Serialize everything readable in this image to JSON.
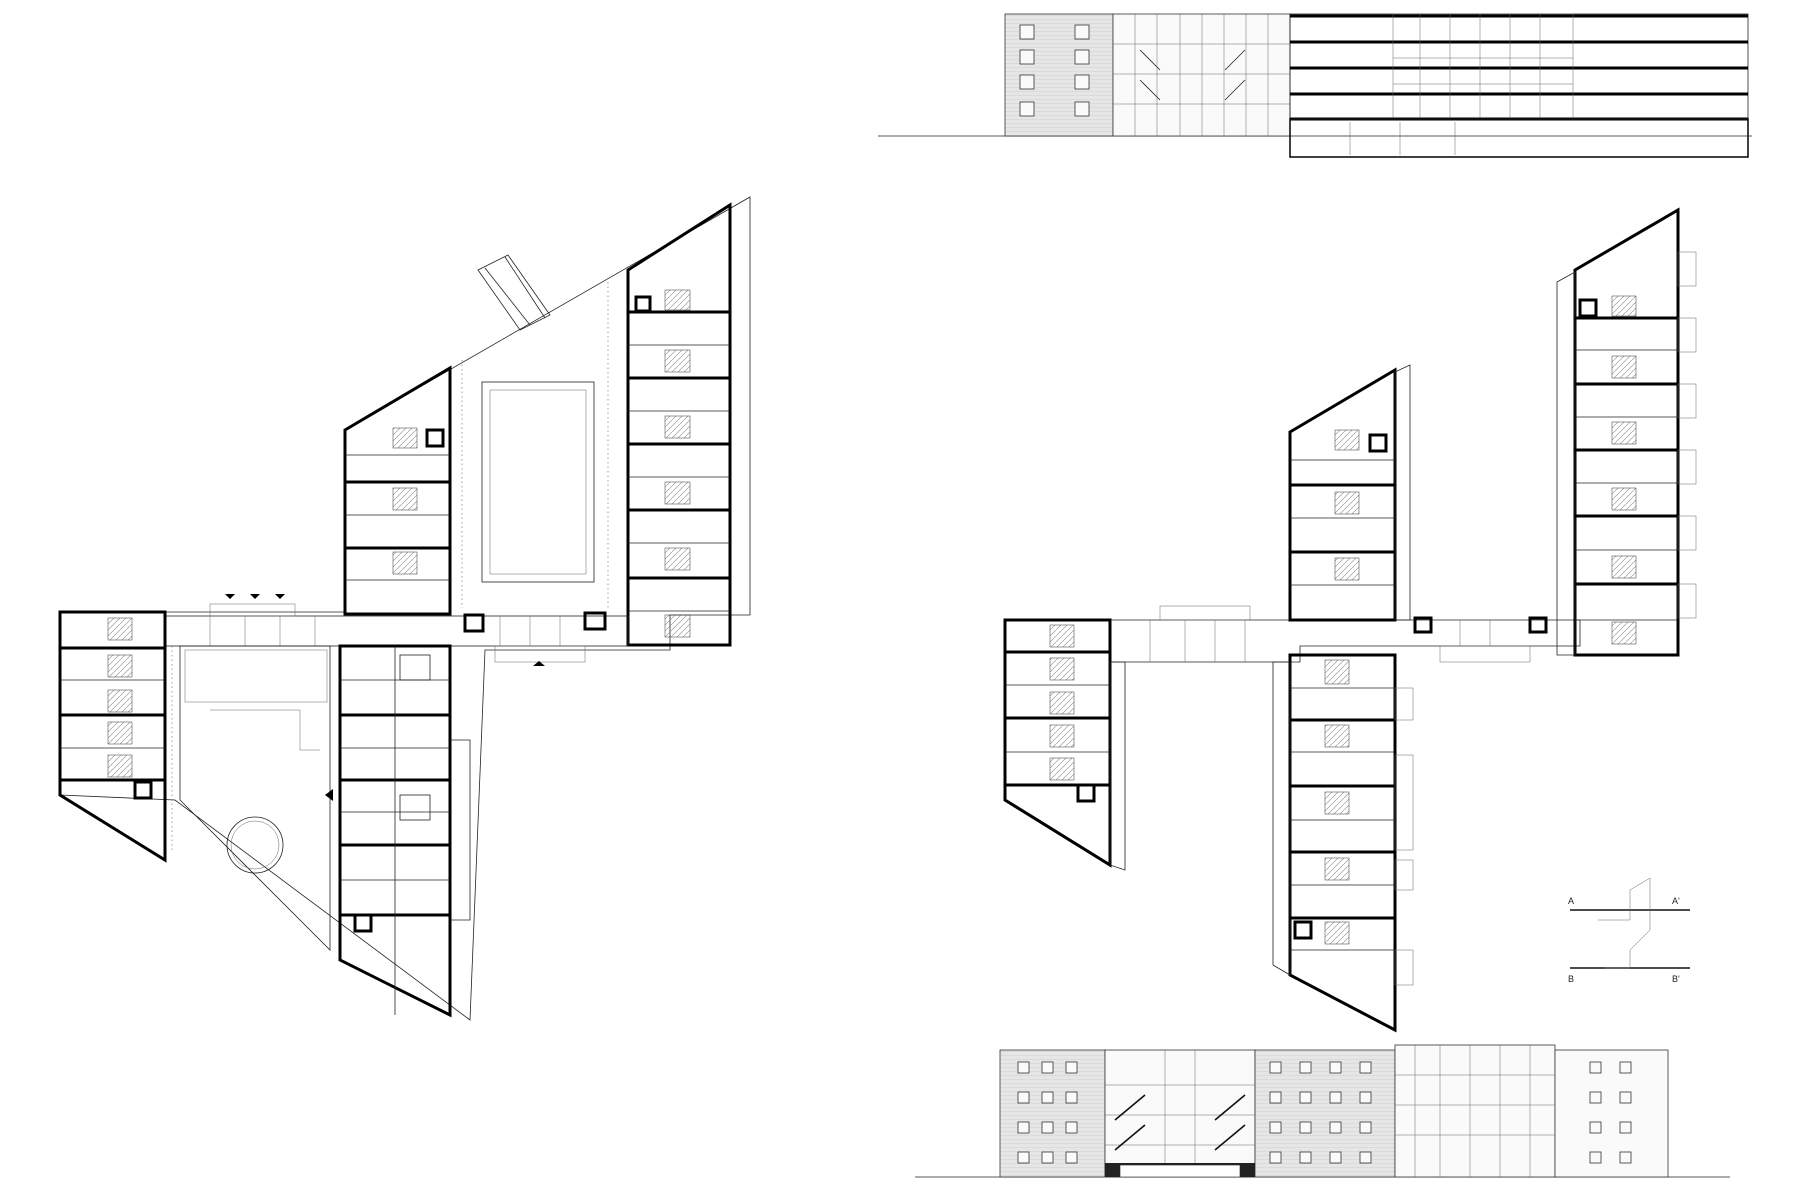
{
  "key_plan": {
    "section_a_start": "A",
    "section_a_end": "A'",
    "section_b_start": "B",
    "section_b_end": "B'"
  },
  "colors": {
    "line": "#000000",
    "facade_brick": "#e4e4e4",
    "background": "#ffffff"
  }
}
